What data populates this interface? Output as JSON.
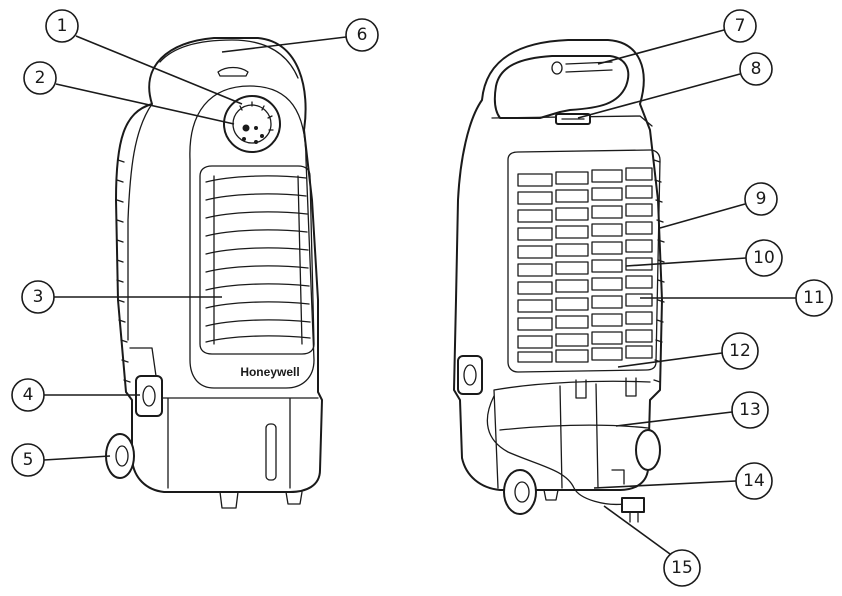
{
  "brand_label": "Honeywell",
  "callouts": [
    {
      "number": "1"
    },
    {
      "number": "2"
    },
    {
      "number": "3"
    },
    {
      "number": "4"
    },
    {
      "number": "5"
    },
    {
      "number": "6"
    },
    {
      "number": "7"
    },
    {
      "number": "8"
    },
    {
      "number": "9"
    },
    {
      "number": "10"
    },
    {
      "number": "11"
    },
    {
      "number": "12"
    },
    {
      "number": "13"
    },
    {
      "number": "14"
    },
    {
      "number": "15"
    }
  ]
}
